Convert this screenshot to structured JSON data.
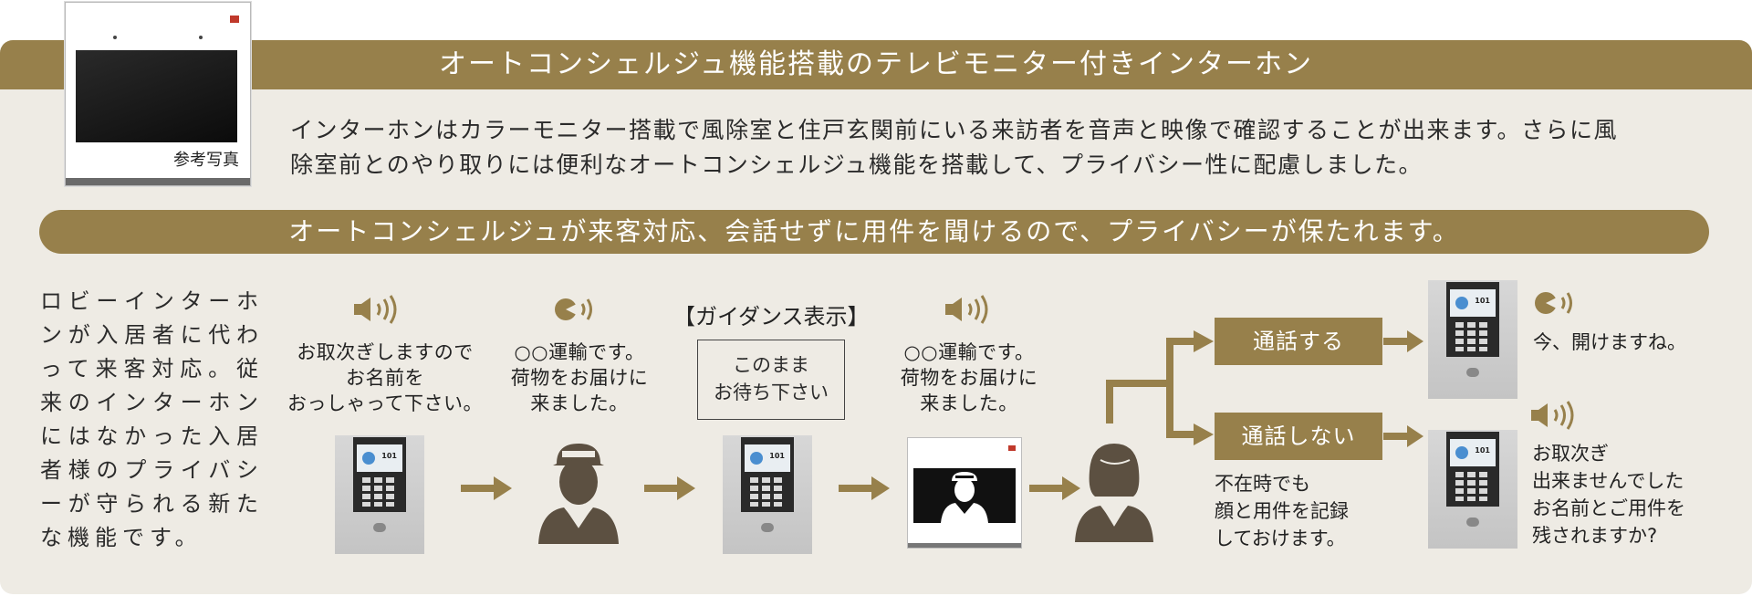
{
  "header": {
    "title": "オートコンシェルジュ機能搭載のテレビモニター付きインターホン",
    "photo_caption": "参考写真"
  },
  "intro": {
    "line1": "インターホンはカラーモニター搭載で風除室と住戸玄関前にいる来訪者を音声と映像で確認することが出来ます。さらに風",
    "line2": "除室前とのやり取りには便利なオートコンシェルジュ機能を搭載して、プライバシー性に配慮しました。"
  },
  "banner": "オートコンシェルジュが来客対応、会話せずに用件を聞けるので、プライバシーが保たれます。",
  "lobby_text": "ロビーインターホンが入居者に代わって来客対応。従来のインターホンにはなかった入居者様のプライバシーが守られる新たな機能です。",
  "flow": {
    "step1": [
      "お取次ぎしますので",
      "お名前を",
      "おっしゃって下さい。"
    ],
    "step2": [
      "○○運輸です。",
      "荷物をお届けに",
      "来ました。"
    ],
    "guidance_title": "【ガイダンス表示】",
    "guidance_box": [
      "このまま",
      "お待ち下さい"
    ],
    "step4": [
      "○○運輸です。",
      "荷物をお届けに",
      "来ました。"
    ],
    "btn_talk": "通話する",
    "btn_no_talk": "通話しない",
    "no_talk_note": [
      "不在時でも",
      "顔と用件を記録",
      "しておけます。"
    ],
    "reply_talk": "今、開けますね。",
    "reply_no_talk": [
      "お取次ぎ",
      "出来ませんでした",
      "お名前とご用件を",
      "残されますか?"
    ],
    "lcd_room": "101"
  },
  "colors": {
    "accent": "#97804b",
    "panel": "#eeebe4",
    "figure": "#5c5041"
  },
  "icons": [
    "speaker-icon",
    "speech-icon",
    "visitor-icon",
    "resident-icon",
    "arrow-icon"
  ]
}
